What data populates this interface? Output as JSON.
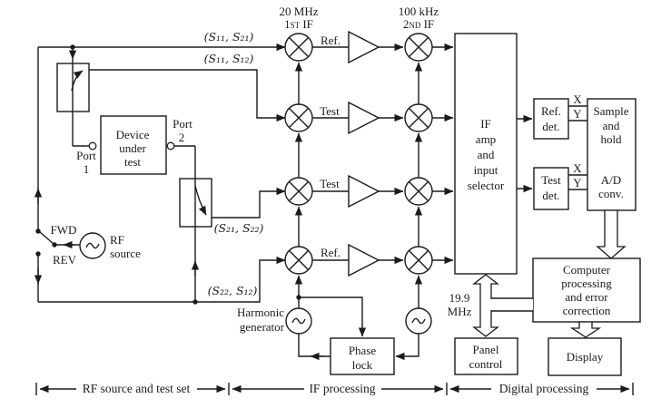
{
  "colors": {
    "ink": "#1b1b1b",
    "background": "#ffffff"
  },
  "top_labels": {
    "first_if": {
      "line1": "20 MHz",
      "line2": "1st IF"
    },
    "second_if": {
      "line1": "100 kHz",
      "line2": "2nd IF"
    }
  },
  "sparams": {
    "line1": "(S₁₁, S₂₁)",
    "line2": "(S₁₁, S₁₂)",
    "line3": "(S₂₁, S₂₂)",
    "line4": "(S₂₂, S₁₂)"
  },
  "rf_section": {
    "fwd": "FWD",
    "rev": "REV",
    "rf_source": {
      "line1": "RF",
      "line2": "source"
    },
    "port1": {
      "line1": "Port",
      "line2": "1"
    },
    "port2": {
      "line1": "Port",
      "line2": "2"
    },
    "dut": {
      "line1": "Device",
      "line2": "under",
      "line3": "test"
    }
  },
  "if_section": {
    "row_labels": {
      "row1": "Ref.",
      "row2": "Test",
      "row3": "Test",
      "row4": "Ref."
    },
    "harmonic": {
      "line1": "Harmonic",
      "line2": "generator"
    },
    "phase_lock": {
      "line1": "Phase",
      "line2": "lock"
    },
    "lo2_freq": {
      "line1": "19.9",
      "line2": "MHz"
    }
  },
  "digital_section": {
    "if_amp": {
      "line1": "IF",
      "line2": "amp",
      "line3": "and",
      "line4": "input",
      "line5": "selector"
    },
    "ref_det": {
      "line1": "Ref.",
      "line2": "det."
    },
    "test_det": {
      "line1": "Test",
      "line2": "det."
    },
    "sample_hold": {
      "line1": "Sample",
      "line2": "and",
      "line3": "hold"
    },
    "adc": {
      "line1": "A/D",
      "line2": "conv."
    },
    "computer": {
      "line1": "Computer",
      "line2": "processing",
      "line3": "and error",
      "line4": "correction"
    },
    "panel": {
      "line1": "Panel",
      "line2": "control"
    },
    "display": "Display",
    "x": "X",
    "y": "Y"
  },
  "sections": {
    "rf": "RF source and test set",
    "if": "IF processing",
    "digital": "Digital processing"
  }
}
